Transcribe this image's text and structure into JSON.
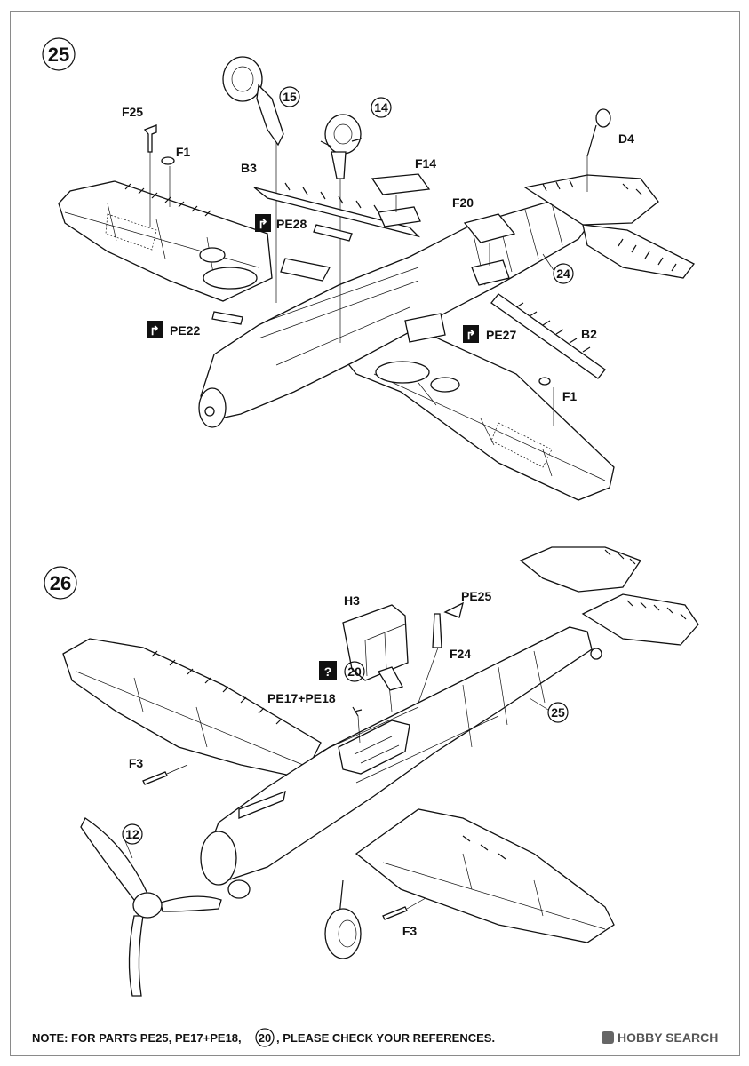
{
  "steps": [
    {
      "number": "25",
      "labels": {
        "f25": "F25",
        "f1_top": "F1",
        "b3": "B3",
        "part15": "15",
        "part14": "14",
        "f14": "F14",
        "d4": "D4",
        "f20": "F20",
        "pe28": "PE28",
        "part24": "24",
        "pe22": "PE22",
        "pe27": "PE27",
        "b2": "B2",
        "f1_bottom": "F1"
      }
    },
    {
      "number": "26",
      "labels": {
        "h3": "H3",
        "pe25": "PE25",
        "f24": "F24",
        "question": "?",
        "part20": "20",
        "pe17_pe18": "PE17+PE18",
        "part25": "25",
        "f3_left": "F3",
        "part12": "12",
        "f3_bottom": "F3"
      }
    }
  ],
  "photo_etch_icon": "bend-arrow-icon",
  "footer": {
    "note_prefix": "NOTE: FOR PARTS PE25, PE17+PE18,",
    "note_part": "20",
    "note_suffix": ", PLEASE CHECK YOUR REFERENCES."
  },
  "watermark": {
    "text": "HOBBY SEARCH"
  }
}
